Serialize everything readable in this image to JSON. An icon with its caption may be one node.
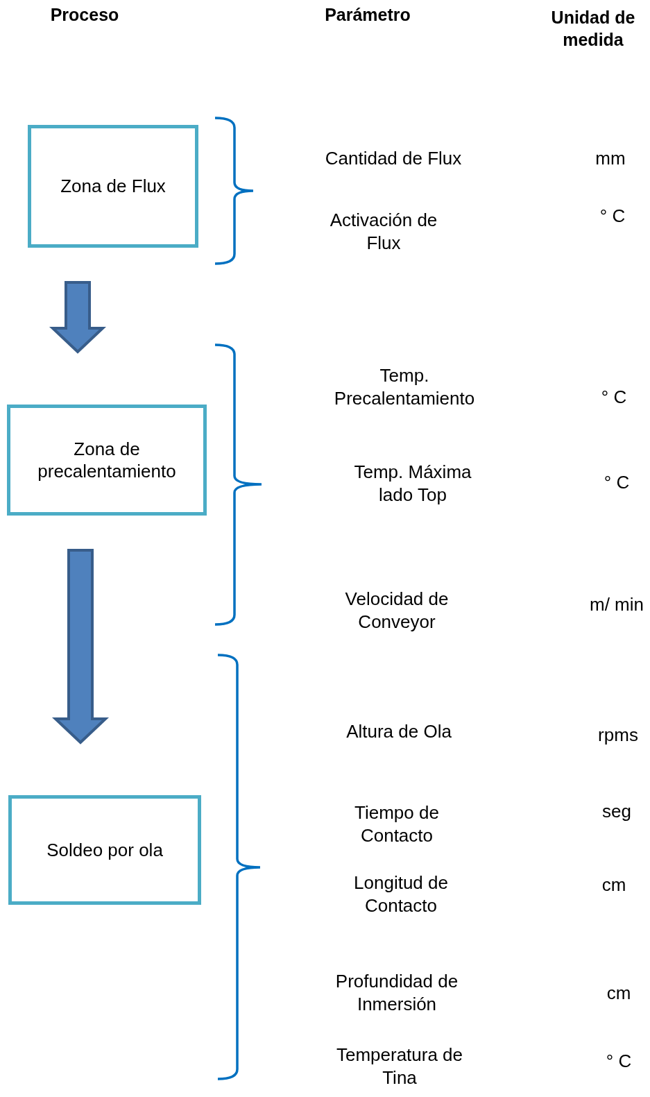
{
  "diagram": {
    "nodes": [
      {
        "text": [
          "Zona de Flux"
        ]
      },
      {
        "text": [
          "Zona de precalentamiento"
        ]
      },
      {
        "text": [
          "Soldeo por ola"
        ]
      }
    ],
    "edges": [
      {
        "from": 0,
        "to": 1,
        "arrow": "to"
      },
      {
        "from": 1,
        "to": 2,
        "arrow": "to"
      }
    ],
    "labels": [
      "Proceso",
      "Parámetro",
      "Unidad de medida",
      "Cantidad de Flux",
      "mm",
      "Activación de Flux",
      "° C",
      "Temp. Precalentamiento",
      "° C",
      "Temp. Máxima lado Top",
      "° C",
      "Velocidad de Conveyor",
      "m/ min",
      "Altura de Ola",
      "rpms",
      "Tiempo de Contacto",
      "seg",
      "Longitud de Contacto",
      "cm",
      "Profundidad de Inmersión",
      "cm",
      "Temperatura de Tina",
      "° C"
    ]
  }
}
